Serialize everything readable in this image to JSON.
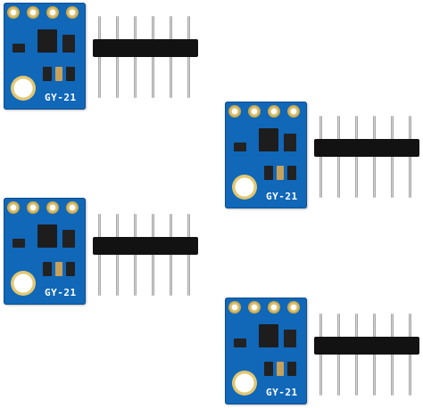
{
  "modules": [
    {
      "label": "GY-21"
    },
    {
      "label": "GY-21"
    },
    {
      "label": "GY-21"
    },
    {
      "label": "GY-21"
    }
  ],
  "colors": {
    "board": "#1167b8",
    "pad": "#c9a84a",
    "header_plastic": "#121212",
    "pin": "#bfbfbf"
  }
}
